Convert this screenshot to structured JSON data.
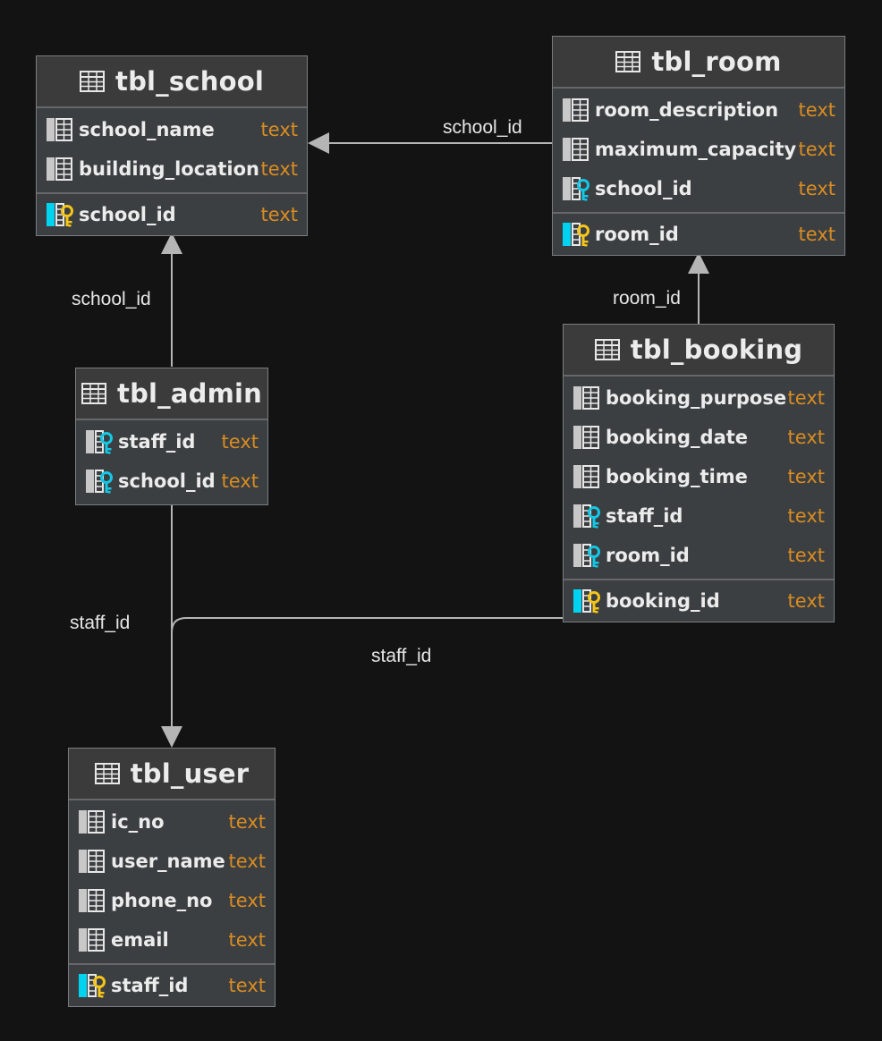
{
  "tables": {
    "school": {
      "name": "tbl_school",
      "columns": [
        {
          "name": "school_name",
          "type": "text",
          "kind": "column"
        },
        {
          "name": "building_location",
          "type": "text",
          "kind": "column"
        }
      ],
      "key": {
        "name": "school_id",
        "type": "text",
        "kind": "primary-key"
      }
    },
    "room": {
      "name": "tbl_room",
      "columns": [
        {
          "name": "room_description",
          "type": "text",
          "kind": "column"
        },
        {
          "name": "maximum_capacity",
          "type": "text",
          "kind": "column"
        },
        {
          "name": "school_id",
          "type": "text",
          "kind": "foreign-key"
        }
      ],
      "key": {
        "name": "room_id",
        "type": "text",
        "kind": "primary-key"
      }
    },
    "admin": {
      "name": "tbl_admin",
      "columns": [
        {
          "name": "staff_id",
          "type": "text",
          "kind": "foreign-key"
        },
        {
          "name": "school_id",
          "type": "text",
          "kind": "foreign-key"
        }
      ]
    },
    "booking": {
      "name": "tbl_booking",
      "columns": [
        {
          "name": "booking_purpose",
          "type": "text",
          "kind": "column"
        },
        {
          "name": "booking_date",
          "type": "text",
          "kind": "column"
        },
        {
          "name": "booking_time",
          "type": "text",
          "kind": "column"
        },
        {
          "name": "staff_id",
          "type": "text",
          "kind": "foreign-key"
        },
        {
          "name": "room_id",
          "type": "text",
          "kind": "foreign-key"
        }
      ],
      "key": {
        "name": "booking_id",
        "type": "text",
        "kind": "primary-key"
      }
    },
    "user": {
      "name": "tbl_user",
      "columns": [
        {
          "name": "ic_no",
          "type": "text",
          "kind": "column"
        },
        {
          "name": "user_name",
          "type": "text",
          "kind": "column"
        },
        {
          "name": "phone_no",
          "type": "text",
          "kind": "column"
        },
        {
          "name": "email",
          "type": "text",
          "kind": "column"
        }
      ],
      "key": {
        "name": "staff_id",
        "type": "text",
        "kind": "primary-key"
      }
    }
  },
  "relations": [
    {
      "label": "school_id",
      "from": "tbl_room",
      "to": "tbl_school"
    },
    {
      "label": "school_id",
      "from": "tbl_admin",
      "to": "tbl_school"
    },
    {
      "label": "room_id",
      "from": "tbl_booking",
      "to": "tbl_room"
    },
    {
      "label": "staff_id",
      "from": "tbl_admin",
      "to": "tbl_user"
    },
    {
      "label": "staff_id",
      "from": "tbl_booking",
      "to": "tbl_user"
    }
  ],
  "colors": {
    "background": "#131314",
    "table_body": "#3c3f41",
    "type_text": "#d98c22",
    "primary_key_bar": "#00d3f0",
    "primary_key": "#f5c518",
    "foreign_key": "#12c8e6",
    "connector": "#b5b5b5"
  }
}
